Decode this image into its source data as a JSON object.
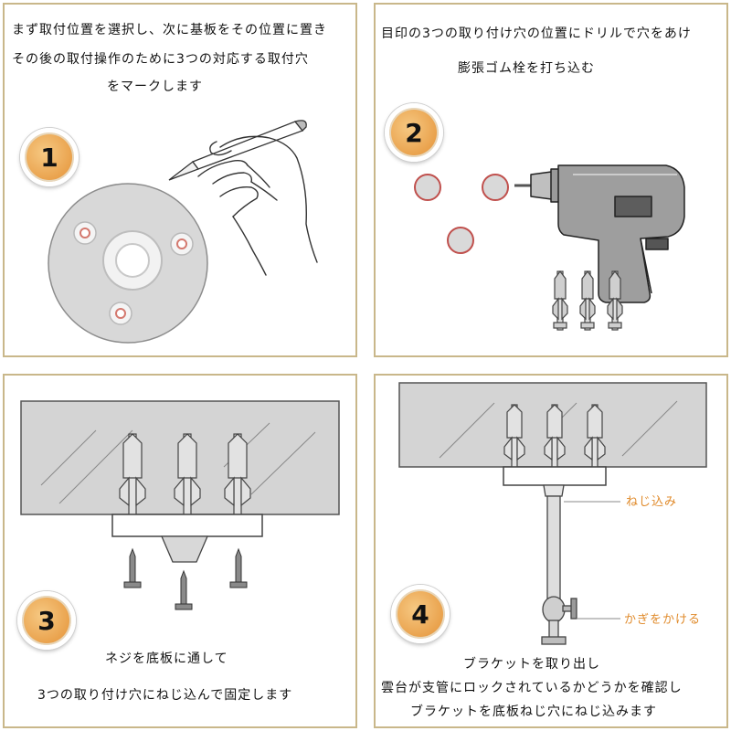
{
  "steps": [
    {
      "number": "1",
      "lines": [
        "まず取付位置を選択し、次に基板をその位置に置き",
        "その後の取付操作のために3つの対応する取付穴",
        "をマークします"
      ]
    },
    {
      "number": "2",
      "lines": [
        "目印の3つの取り付け穴の位置にドリルで穴をあけ",
        "膨張ゴム栓を打ち込む"
      ]
    },
    {
      "number": "3",
      "lines": [
        "ネジを底板に通して",
        "3つの取り付け穴にねじ込んで固定します"
      ]
    },
    {
      "number": "4",
      "lines": [
        "ブラケットを取り出し",
        "雲台が支管にロックされているかどうかを確認し",
        "ブラケットを底板ねじ穴にねじ込みます"
      ],
      "callouts": [
        "ねじ込み",
        "かぎをかける"
      ]
    }
  ],
  "colors": {
    "border": "#c9b78a",
    "badge": "#e9a04a",
    "callout_text": "#e08a2a",
    "plate": "#d6d6d6",
    "hole_ring": "#c0504d"
  }
}
